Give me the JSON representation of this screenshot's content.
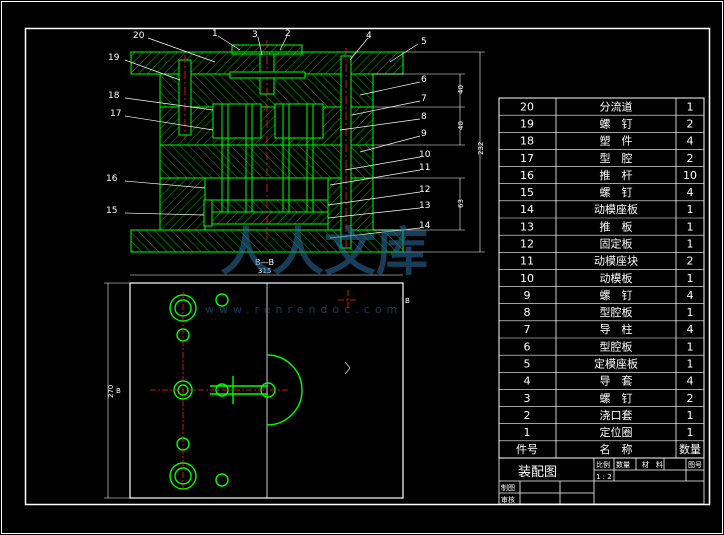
{
  "view_labels": {
    "section": "B—B"
  },
  "callouts": [
    "20",
    "1",
    "3",
    "2",
    "4",
    "5",
    "19",
    "18",
    "17",
    "6",
    "7",
    "8",
    "9",
    "10",
    "11",
    "16",
    "12",
    "13",
    "15",
    "14"
  ],
  "dimensions": {
    "height_total": "232",
    "height_upper": "40",
    "height_mid": "40",
    "height_lower": "63",
    "plan_width": "315",
    "plan_height": "270",
    "plan_mark_left": "B",
    "plan_mark_right": "B"
  },
  "bom": {
    "rows": [
      {
        "no": "20",
        "name": "分流道",
        "qty": "1"
      },
      {
        "no": "19",
        "name": "螺　钉",
        "qty": "2"
      },
      {
        "no": "18",
        "name": "塑　件",
        "qty": "4"
      },
      {
        "no": "17",
        "name": "型　腔",
        "qty": "2"
      },
      {
        "no": "16",
        "name": "推　杆",
        "qty": "10"
      },
      {
        "no": "15",
        "name": "螺　钉",
        "qty": "4"
      },
      {
        "no": "14",
        "name": "动模座板",
        "qty": "1"
      },
      {
        "no": "13",
        "name": "推　板",
        "qty": "1"
      },
      {
        "no": "12",
        "name": "固定板",
        "qty": "1"
      },
      {
        "no": "11",
        "name": "动模座块",
        "qty": "2"
      },
      {
        "no": "10",
        "name": "动模板",
        "qty": "1"
      },
      {
        "no": "9",
        "name": "螺　钉",
        "qty": "4"
      },
      {
        "no": "8",
        "name": "型腔板",
        "qty": "1"
      },
      {
        "no": "7",
        "name": "导　柱",
        "qty": "4"
      },
      {
        "no": "6",
        "name": "型腔板",
        "qty": "1"
      },
      {
        "no": "5",
        "name": "定模座板",
        "qty": "1"
      },
      {
        "no": "4",
        "name": "导　套",
        "qty": "4"
      },
      {
        "no": "3",
        "name": "螺　钉",
        "qty": "2"
      },
      {
        "no": "2",
        "name": "浇口套",
        "qty": "1"
      },
      {
        "no": "1",
        "name": "定位圈",
        "qty": "1"
      }
    ],
    "header": {
      "no": "件号",
      "name": "名　称",
      "qty": "数量"
    }
  },
  "title_block": {
    "title": "装配图",
    "scale_label": "比例",
    "scale_value": "1 : 2",
    "count_label": "数量",
    "material_label": "材　料",
    "drawing_no_label": "图号",
    "drawn_label": "制图",
    "checked_label": "审核"
  },
  "watermark": {
    "text": "人人文库",
    "url": "www.renrendoc.com"
  },
  "colors": {
    "outline": "#ffffff",
    "part": "#00ff00",
    "center": "#ff2020",
    "hatch": "#00b000",
    "watermark": "#2b6fa0"
  }
}
